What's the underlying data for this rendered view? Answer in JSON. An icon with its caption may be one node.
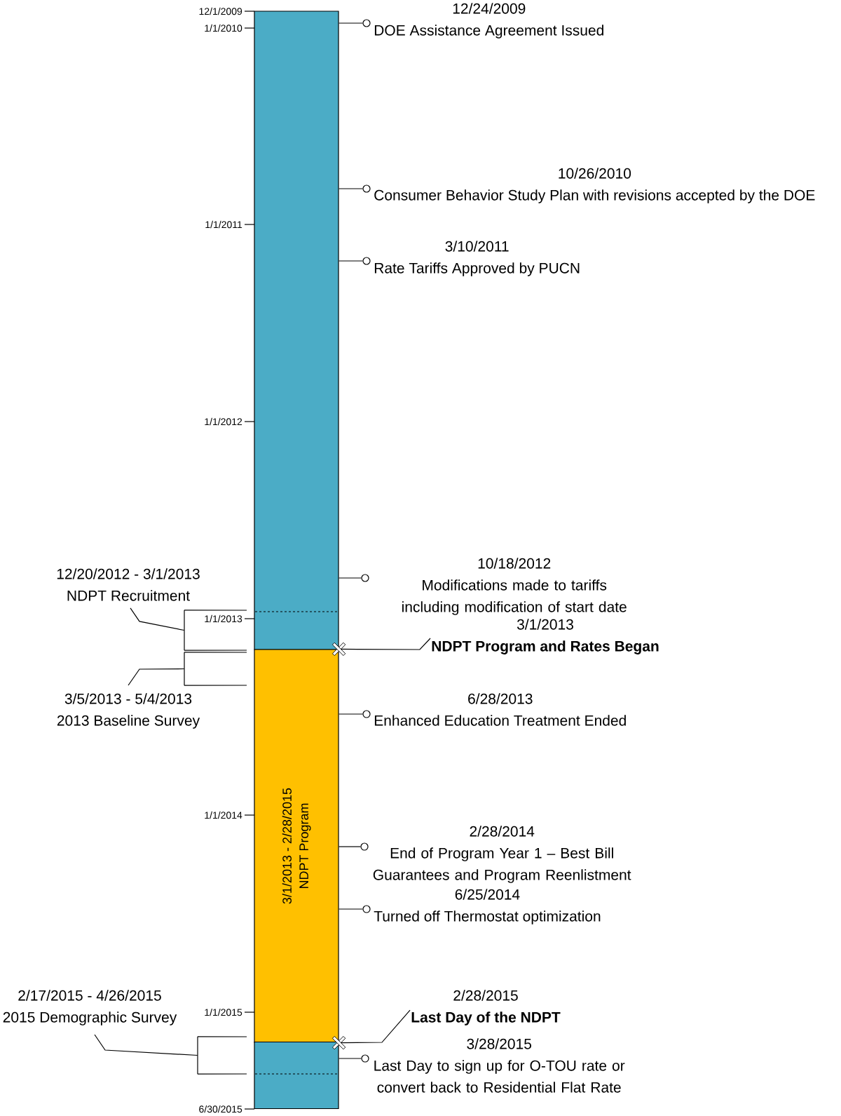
{
  "diagram": {
    "nodes": [
      {
        "text": [],
        "shape": "bar",
        "beside": [
          "12/1/2009",
          "1/1/2010",
          "1/1/2011",
          "1/1/2012",
          "1/1/2013"
        ]
      },
      {
        "text": [
          "3/1/2013 - 2/28/2015",
          "NDPT Program"
        ],
        "beside": [
          "1/1/2014",
          "1/1/2015"
        ]
      },
      {
        "text": [],
        "shape": "bar",
        "beside": [
          "6/30/2015"
        ]
      },
      {
        "text": [],
        "shape": "circle",
        "beside": [
          "12/24/2009",
          "DOE Assistance Agreement Issued"
        ]
      },
      {
        "text": [],
        "shape": "circle",
        "beside": [
          "10/26/2010",
          "Consumer Behavior Study Plan with revisions accepted by the DOE"
        ]
      },
      {
        "text": [],
        "shape": "circle",
        "beside": [
          "3/10/2011",
          "Rate Tariffs Approved by PUCN"
        ]
      },
      {
        "text": [],
        "shape": "circle",
        "beside": [
          "10/18/2012",
          "Modifications made to tariffs including modification of start date"
        ]
      },
      {
        "text": [
          "3/1/2013",
          "NDPT Program and Rates Began"
        ]
      },
      {
        "text": [],
        "shape": "circle",
        "beside": [
          "6/28/2013",
          "Enhanced Education Treatment Ended"
        ]
      },
      {
        "text": [],
        "shape": "circle",
        "beside": [
          "2/28/2014",
          "End of Program Year 1 – Best Bill Guarantees and Program Reenlistment"
        ]
      },
      {
        "text": [],
        "shape": "circle",
        "beside": [
          "6/25/2014",
          "Turned off Thermostat optimization"
        ]
      },
      {
        "text": [
          "2/28/2015",
          "Last Day of the NDPT"
        ]
      },
      {
        "text": [],
        "shape": "circle",
        "beside": [
          "3/28/2015",
          "Last Day to sign up for O-TOU rate or convert back to Residential Flat Rate"
        ]
      },
      {
        "text": [
          "12/20/2012 - 3/1/2013",
          "NDPT Recruitment"
        ]
      },
      {
        "text": [
          "3/5/2013 - 5/4/2013",
          "2013 Baseline Survey"
        ]
      },
      {
        "text": [
          "2/17/2015 - 4/26/2015",
          "2015 Demographic Survey"
        ]
      },
      {
        "text": [],
        "shape": "bracket"
      },
      {
        "text": [],
        "shape": "bracket"
      },
      {
        "text": [],
        "shape": "bracket"
      }
    ],
    "edges": [
      {
        "from": 0,
        "to": 3,
        "arrow": "none"
      },
      {
        "from": 0,
        "to": 4,
        "arrow": "none"
      },
      {
        "from": 0,
        "to": 5,
        "arrow": "none"
      },
      {
        "from": 0,
        "to": 6,
        "arrow": "none"
      },
      {
        "from": 7,
        "to": 1,
        "arrow": "other"
      },
      {
        "from": 1,
        "to": 8,
        "arrow": "none"
      },
      {
        "from": 1,
        "to": 9,
        "arrow": "none"
      },
      {
        "from": 1,
        "to": 10,
        "arrow": "none"
      },
      {
        "from": 11,
        "to": 1,
        "arrow": "other"
      },
      {
        "from": 2,
        "to": 12,
        "arrow": "none"
      },
      {
        "from": 13,
        "to": 16,
        "arrow": "none"
      },
      {
        "from": 14,
        "to": 17,
        "arrow": "none"
      },
      {
        "from": 15,
        "to": 18,
        "arrow": "none"
      }
    ]
  }
}
